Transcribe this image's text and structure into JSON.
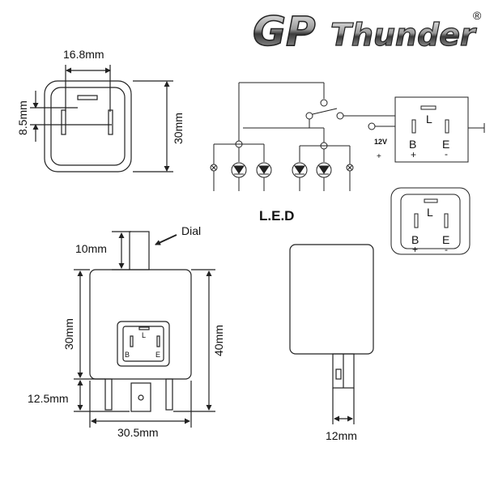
{
  "brand": {
    "logo_main": "GP",
    "logo_word": "Thunder",
    "registered_mark": "®"
  },
  "labels": {
    "led": "L.E.D",
    "dial": "Dial",
    "voltage": "12V",
    "plus": "+",
    "minus": "-"
  },
  "pins": {
    "l": "L",
    "b": "B",
    "e": "E"
  },
  "dimensions": {
    "top_width": "16.8mm",
    "top_offset": "8.5mm",
    "top_height": "30mm",
    "dial_height": "10mm",
    "body_height": "30mm",
    "total_height": "40mm",
    "pin_length": "12.5mm",
    "body_width": "30.5mm",
    "side_width": "12mm"
  },
  "colors": {
    "line": "#222222",
    "logo_dark": "#2b2b2b",
    "logo_light": "#c8c8c8"
  }
}
